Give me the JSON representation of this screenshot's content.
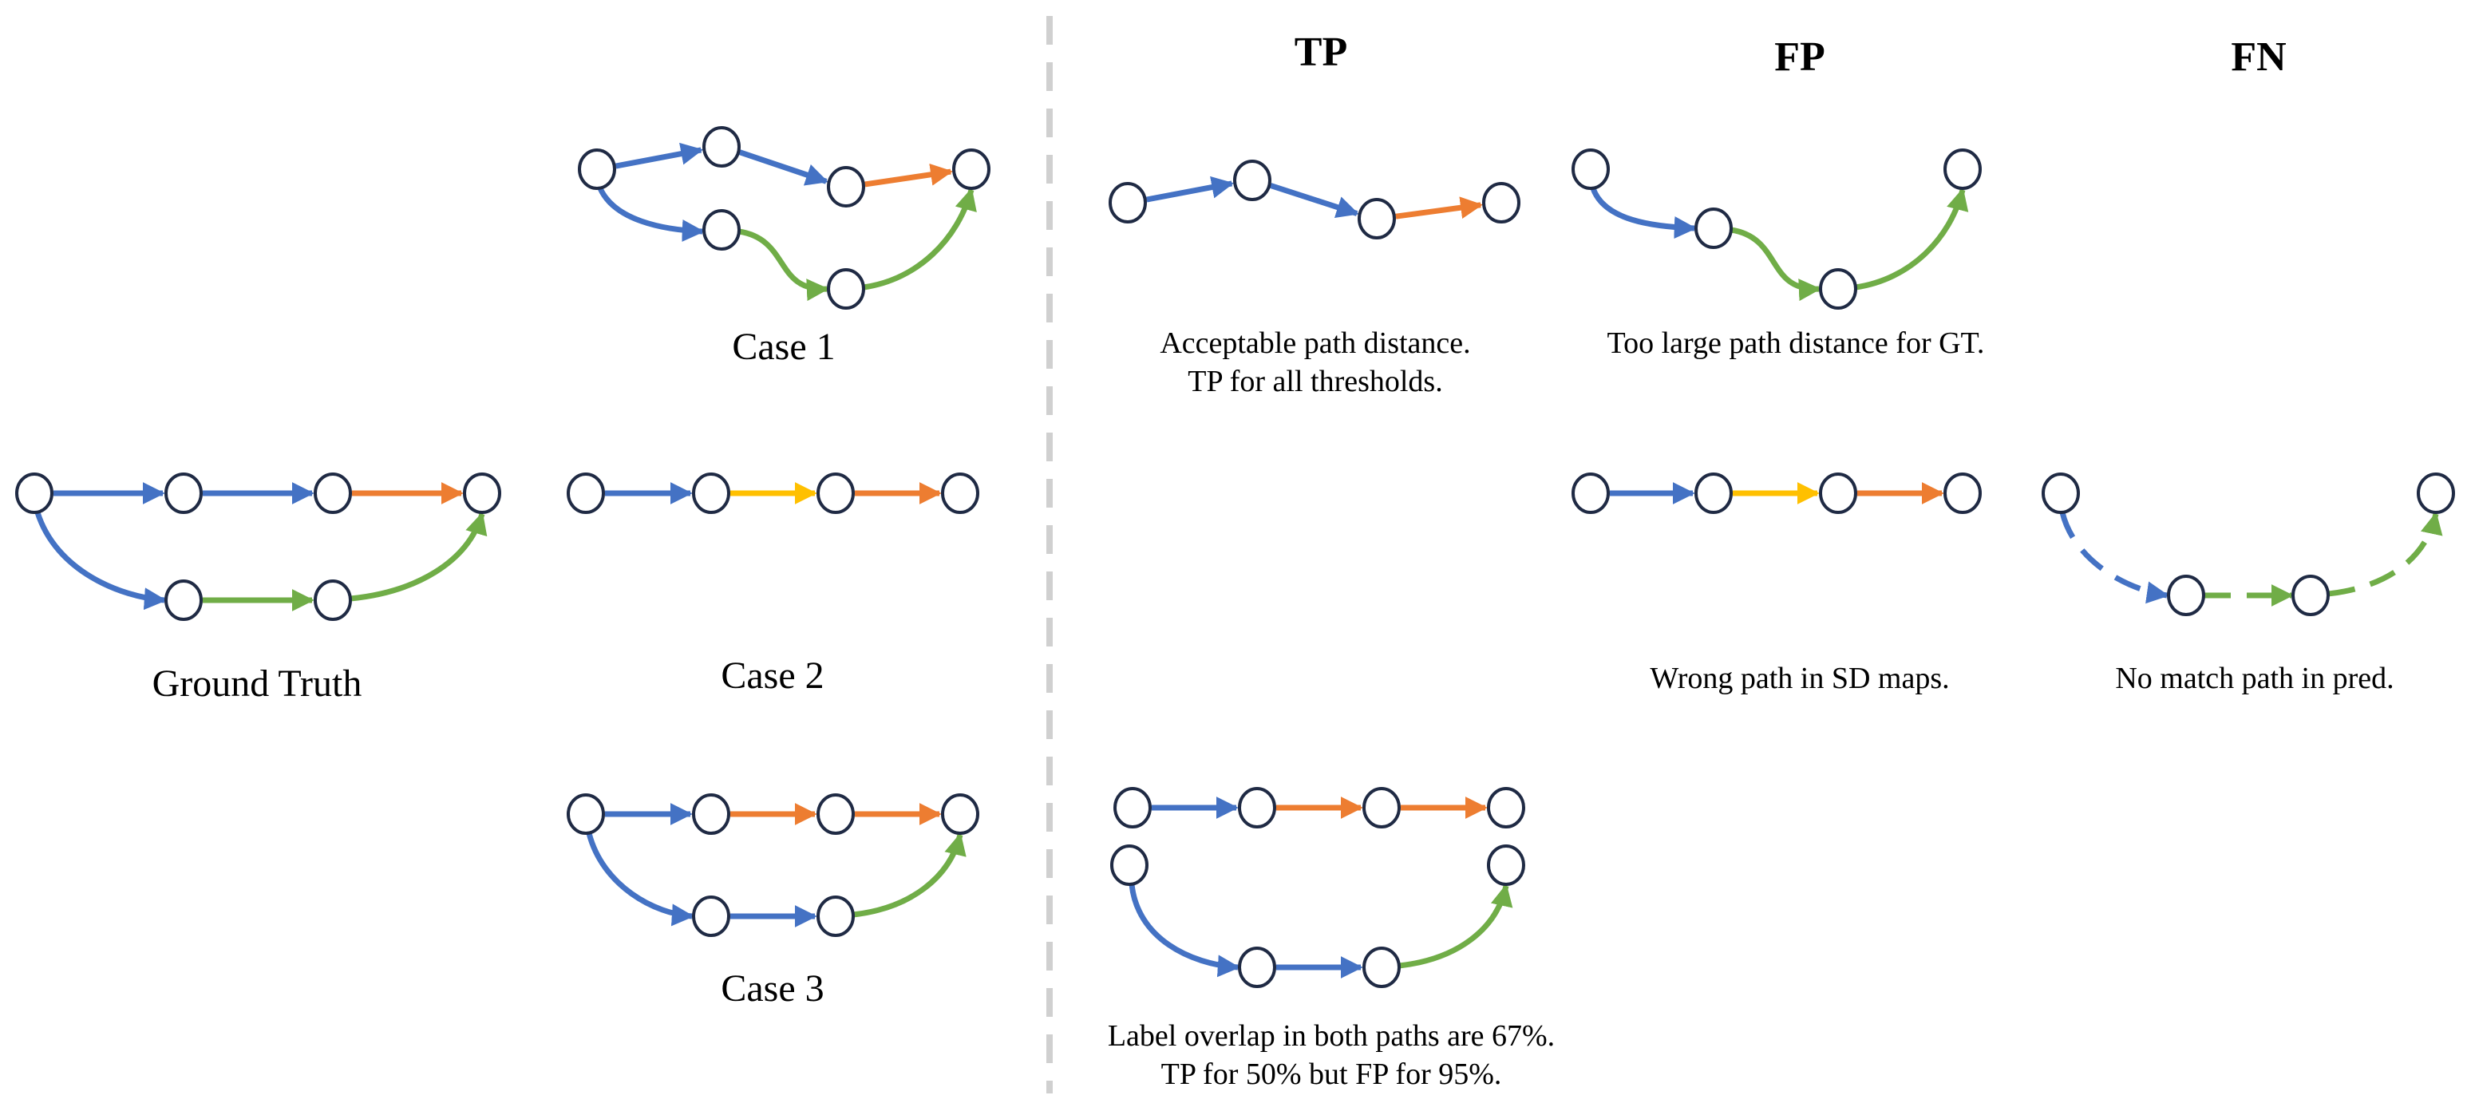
{
  "colors": {
    "blue": "#4472c4",
    "orange": "#ed7d31",
    "green": "#70ad47",
    "yellow": "#ffc000",
    "divider": "#d0d0d0",
    "node_stroke": "#1f2a44"
  },
  "headers": {
    "tp": "TP",
    "fp": "FP",
    "fn": "FN"
  },
  "captions": {
    "ground_truth": "Ground Truth",
    "case1": "Case 1",
    "case2": "Case 2",
    "case3": "Case 3"
  },
  "notes": {
    "tp_case1_line1": "Acceptable path distance.",
    "tp_case1_line2": "TP for all thresholds.",
    "fp_case1": "Too large path distance for GT.",
    "fp_case2": "Wrong path in SD maps.",
    "fn_case2": "No match path in pred.",
    "case3_line1": "Label overlap in both paths are 67%.",
    "case3_line2": "TP for 50% but FP for 95%."
  }
}
